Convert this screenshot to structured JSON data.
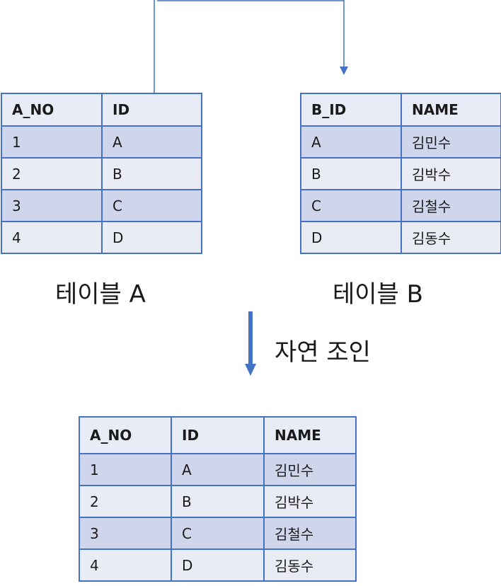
{
  "table_a": {
    "headers": [
      "A_NO",
      "ID"
    ],
    "rows": [
      [
        "1",
        "A"
      ],
      [
        "2",
        "B"
      ],
      [
        "3",
        "C"
      ],
      [
        "4",
        "D"
      ]
    ],
    "caption": "테이블 A"
  },
  "table_b": {
    "headers": [
      "B_ID",
      "NAME"
    ],
    "rows": [
      [
        "A",
        "김민수"
      ],
      [
        "B",
        "김박수"
      ],
      [
        "C",
        "김철수"
      ],
      [
        "D",
        "김동수"
      ]
    ],
    "caption": "테이블 B"
  },
  "join": {
    "label": "자연 조인"
  },
  "result_table": {
    "headers": [
      "A_NO",
      "ID",
      "NAME"
    ],
    "rows": [
      [
        "1",
        "A",
        "김민수"
      ],
      [
        "2",
        "B",
        "김박수"
      ],
      [
        "3",
        "C",
        "김철수"
      ],
      [
        "4",
        "D",
        "김동수"
      ]
    ]
  },
  "colors": {
    "border": "#4472c4",
    "row_odd": "#cfd5ea",
    "row_even": "#e9ebf5",
    "header": "#e8ecf6",
    "arrow": "#4472c4"
  }
}
